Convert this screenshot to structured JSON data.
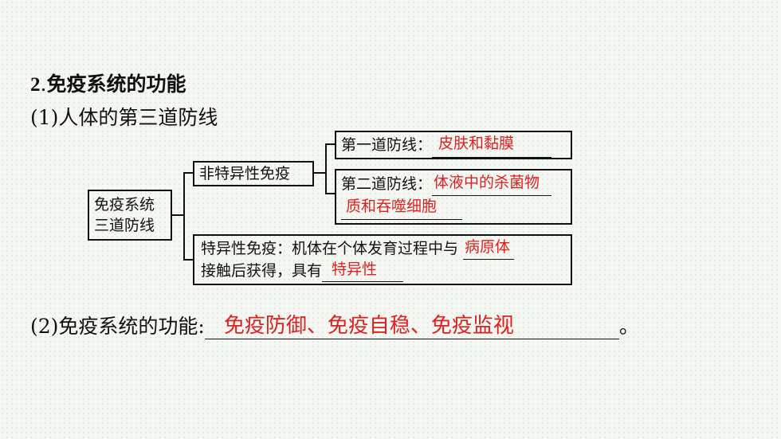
{
  "heading": {
    "number": "2",
    "dot": ".",
    "text": "免疫系统的功能"
  },
  "subheading1": "(1)人体的第三道防线",
  "diagram": {
    "root": [
      "免疫系统",
      "三道防线"
    ],
    "nonspecific": "非特异性免疫",
    "first_line": {
      "label": "第一道防线：",
      "answer": "皮肤和黏膜"
    },
    "second_line": {
      "label": "第二道防线：",
      "answer_part1": "体液中的杀菌物",
      "answer_part2": "质和吞噬细胞"
    },
    "specific": {
      "text_line1": "特异性免疫：机体在个体发育过程中与",
      "answer1": "病原体",
      "text_line2": "接触后获得，具有",
      "answer2": "特异性"
    }
  },
  "subheading2": {
    "label": "(2)免疫系统的功能:",
    "answer": "免疫防御、免疫自稳、免疫监视",
    "end": "。"
  },
  "colors": {
    "answer": "#e02020",
    "background": "#f5f8f2"
  }
}
